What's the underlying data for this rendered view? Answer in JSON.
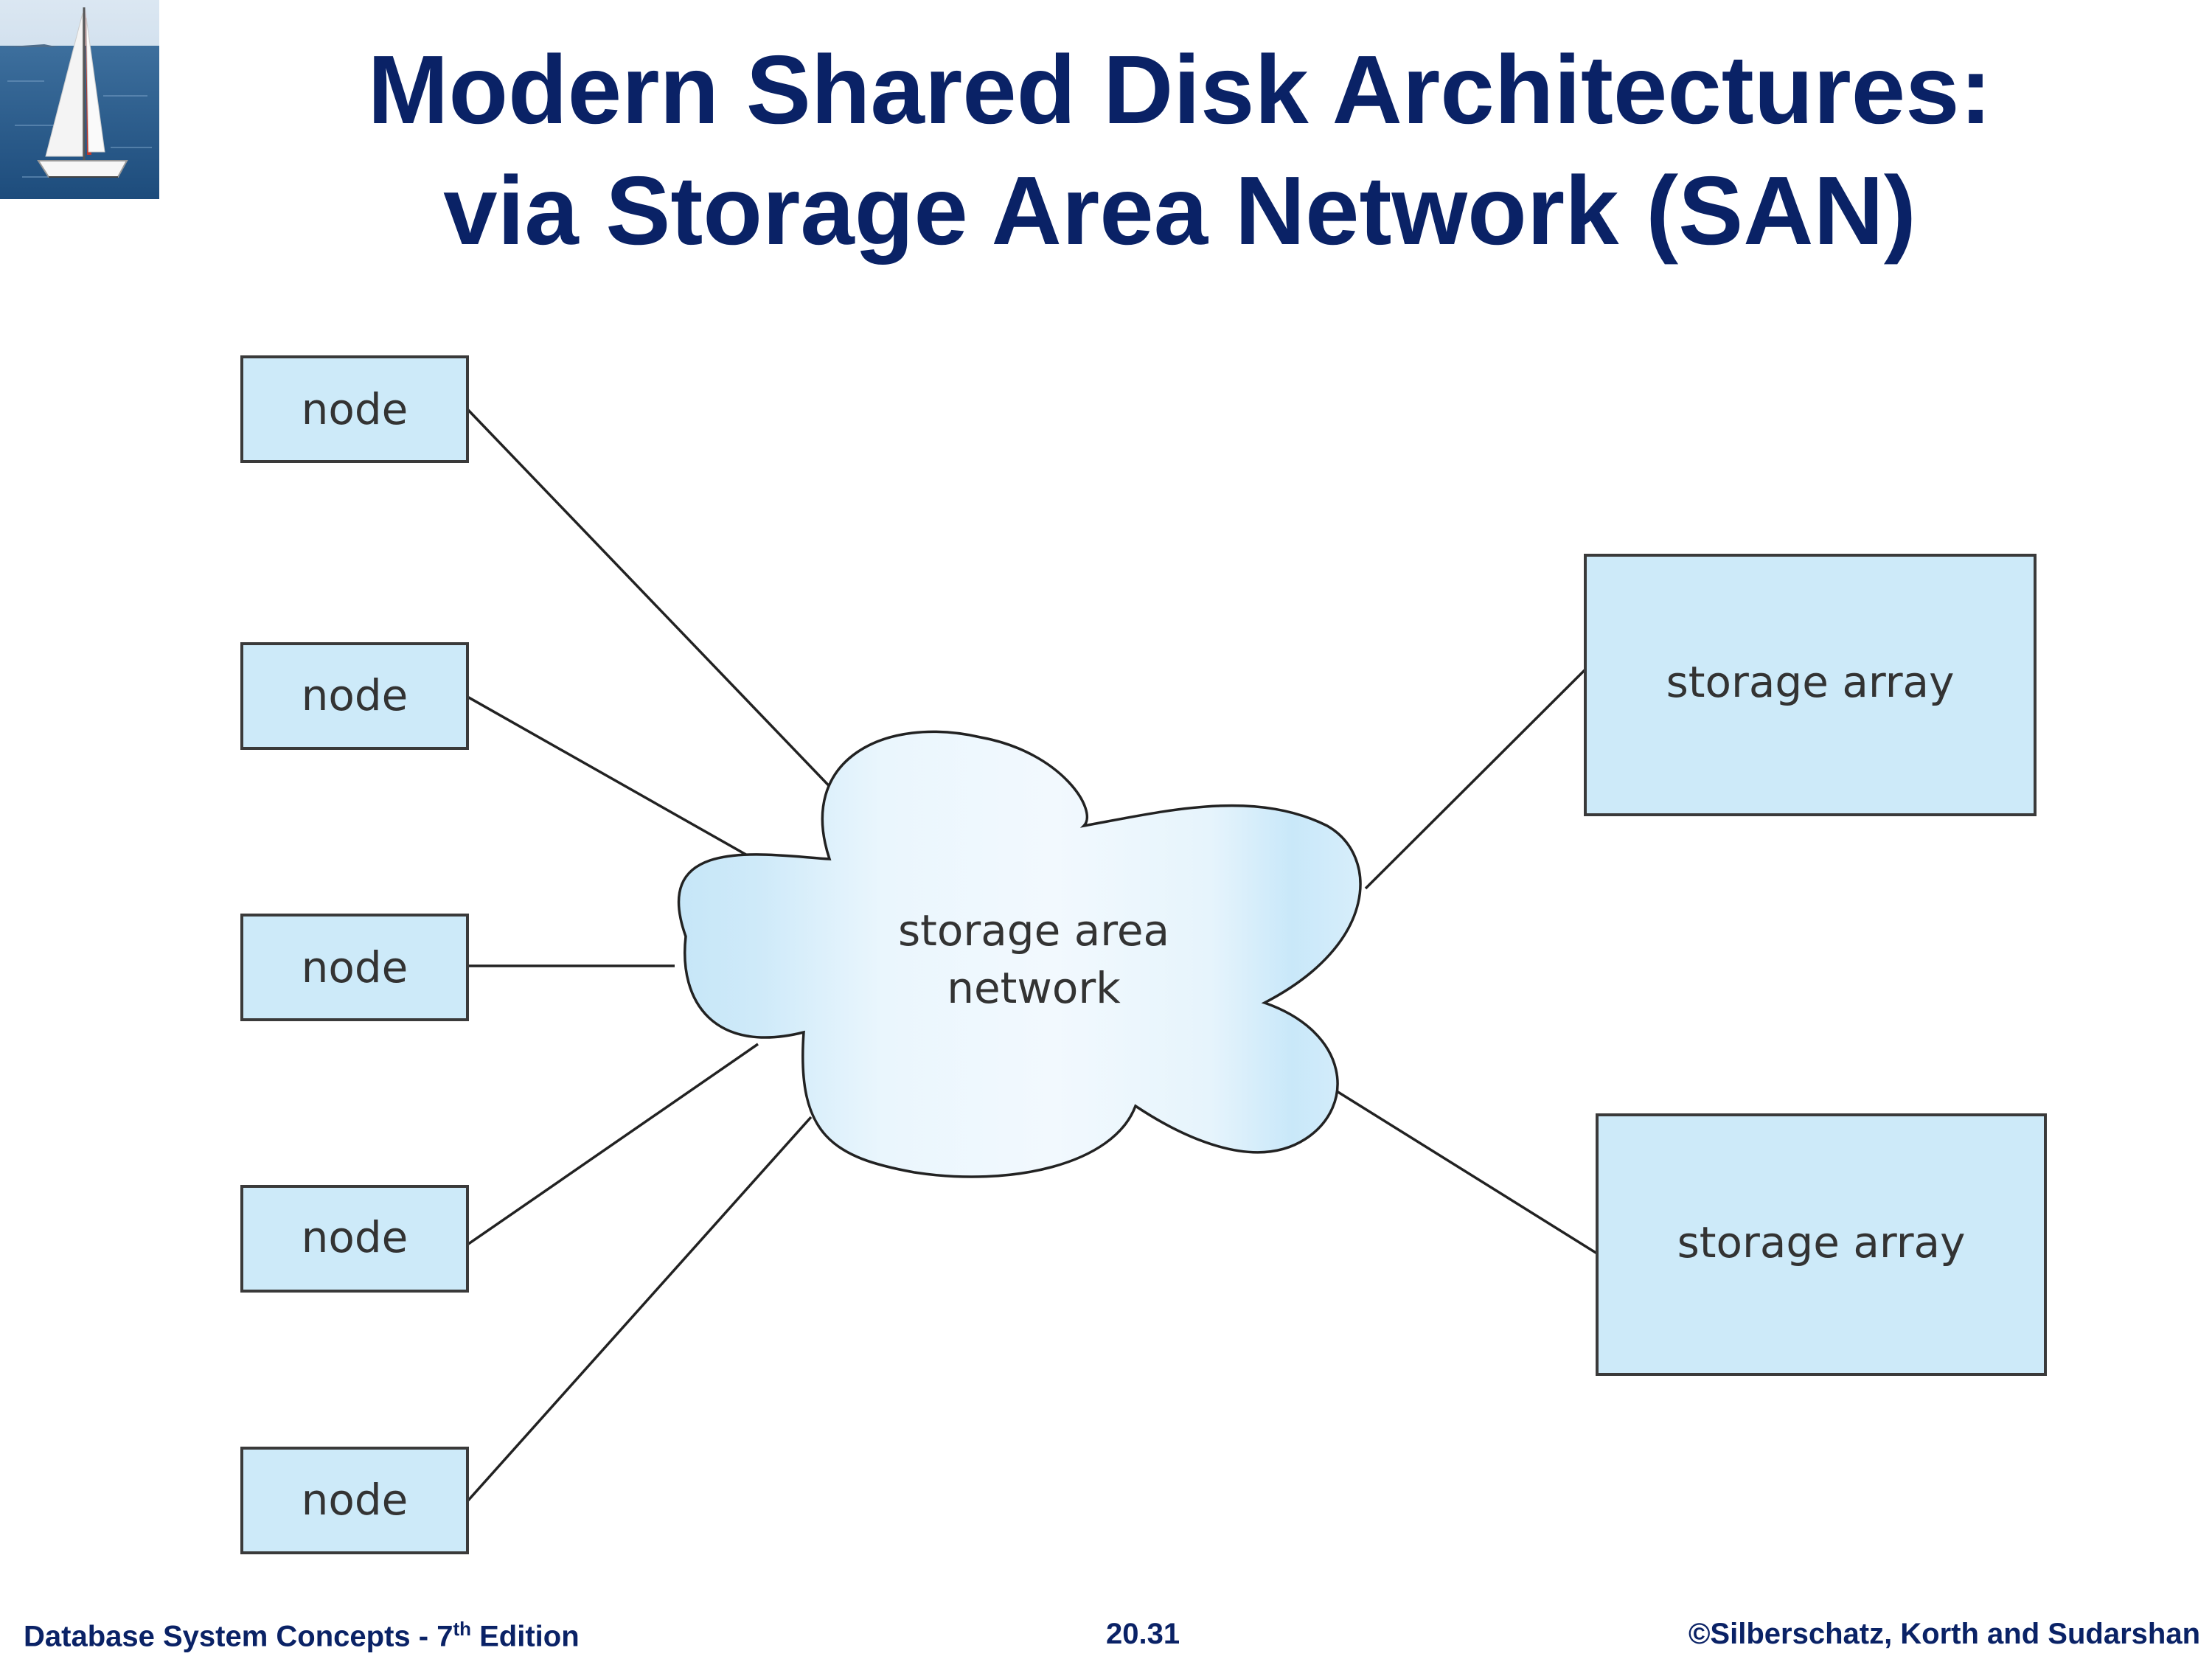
{
  "slide": {
    "title_line1": "Modern Shared Disk Architectures:",
    "title_line2": "via Storage Area Network (SAN)"
  },
  "diagram": {
    "nodes": [
      "node",
      "node",
      "node",
      "node",
      "node"
    ],
    "network_label_line1": "storage area",
    "network_label_line2": "network",
    "storage_arrays": [
      "storage array",
      "storage array"
    ],
    "colors": {
      "box_fill": "#cdeaf9",
      "box_stroke": "#3a3a3a",
      "line": "#222222",
      "cloud_edge": "#c6e6f8",
      "cloud_center": "#f1f9fe"
    }
  },
  "footer": {
    "book_prefix": "Database System Concepts - 7",
    "book_sup": "th",
    "book_suffix": " Edition",
    "page": "20.31",
    "copyright": "©Silberschatz, Korth and Sudarshan"
  },
  "logo": {
    "icon": "sailboat-icon"
  },
  "theme": {
    "title_color": "#0a2266"
  }
}
